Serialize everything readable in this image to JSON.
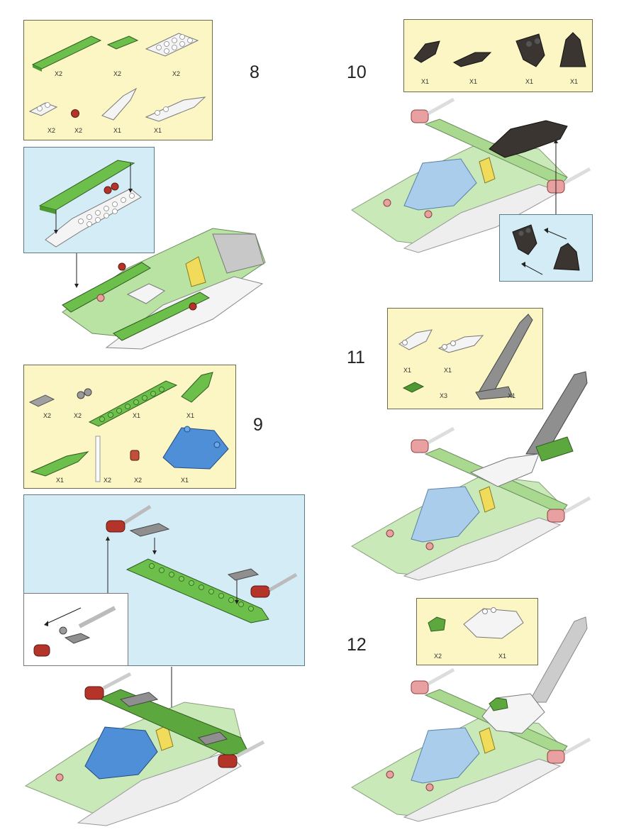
{
  "steps": {
    "s8": "8",
    "s9": "9",
    "s10": "10",
    "s11": "11",
    "s12": "12"
  },
  "step8_parts": [
    "X2",
    "X2",
    "X2",
    "X2",
    "X2",
    "X1",
    "X1"
  ],
  "step9_parts": [
    "X2",
    "X2",
    "X1",
    "X1",
    "X1",
    "X2",
    "X2",
    "X1"
  ],
  "step10_parts": [
    "X1",
    "X1",
    "X1",
    "X1"
  ],
  "step11_parts": [
    "X1",
    "X1",
    "X3",
    "X1"
  ],
  "step12_parts": [
    "X2",
    "X1"
  ],
  "colors": {
    "parts_panel": "#fbf6c4",
    "sub_panel": "#d4ecf6",
    "brick_green": "#6cbf4a",
    "brick_white": "#f4f4f4",
    "brick_grey": "#8f8f8f",
    "brick_dark": "#3a3530",
    "brick_blue": "#4f8fd8",
    "brick_red": "#b5342a",
    "brick_yellow": "#f0dc5a"
  },
  "icons": [
    "arrow-icon"
  ]
}
